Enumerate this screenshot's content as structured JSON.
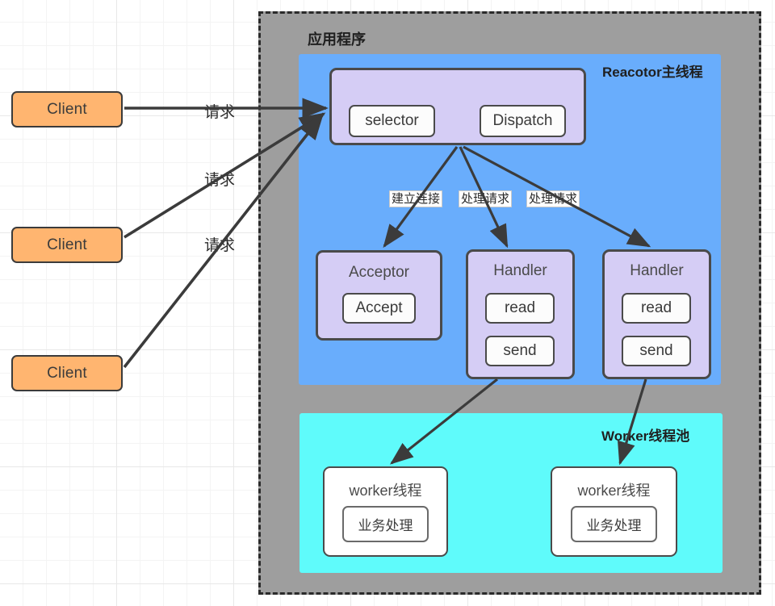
{
  "diagram": {
    "title": "Reactor multi-thread model diagram",
    "colors": {
      "client_fill": "#FFB570",
      "app_fill": "#9e9e9e",
      "reactor_fill": "#69adfc",
      "worker_pool_fill": "#5ffbfb",
      "component_fill": "#d5cdf5",
      "leaf_fill": "#ffffff",
      "stroke": "#3b3b3b"
    },
    "app_container": {
      "label": "应用程序"
    },
    "reactor_zone": {
      "label": "Reacotor主线程"
    },
    "worker_zone": {
      "label": "Worker线程池"
    },
    "clients": [
      {
        "label": "Client",
        "request_label": "请求"
      },
      {
        "label": "Client",
        "request_label": "请求"
      },
      {
        "label": "Client",
        "request_label": "请求"
      }
    ],
    "main_thread": {
      "selector": "selector",
      "dispatch": "Dispatch"
    },
    "dispatch_edges": [
      {
        "label": "建立连接"
      },
      {
        "label": "处理请求"
      },
      {
        "label": "处理请求"
      }
    ],
    "components": [
      {
        "title": "Acceptor",
        "actions": [
          "Accept"
        ]
      },
      {
        "title": "Handler",
        "actions": [
          "read",
          "send"
        ]
      },
      {
        "title": "Handler",
        "actions": [
          "read",
          "send"
        ]
      }
    ],
    "workers": [
      {
        "title": "worker线程",
        "task": "业务处理"
      },
      {
        "title": "worker线程",
        "task": "业务处理"
      }
    ]
  }
}
